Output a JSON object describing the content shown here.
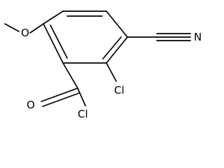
{
  "labels": {
    "methoxy_oxygen": "O",
    "nitrile_nitrogen": "N",
    "ring_chlorine": "Cl",
    "carbonyl_oxygen": "O",
    "acyl_chlorine": "Cl"
  }
}
